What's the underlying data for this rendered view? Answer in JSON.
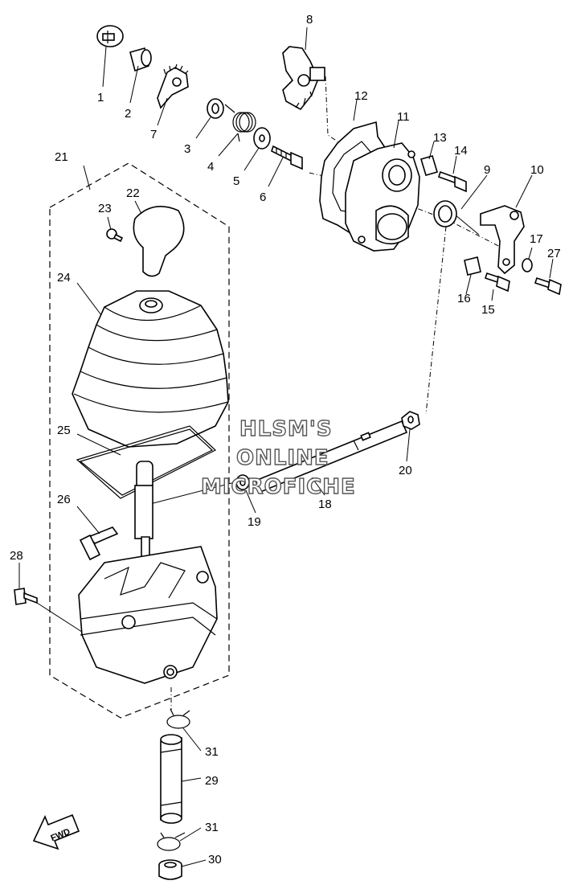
{
  "diagram": {
    "callouts": [
      "1",
      "2",
      "3",
      "4",
      "5",
      "6",
      "7",
      "8",
      "9",
      "10",
      "11",
      "12",
      "13",
      "14",
      "15",
      "16",
      "17",
      "18",
      "19",
      "20",
      "21",
      "22",
      "23",
      "24",
      "25",
      "26",
      "27",
      "28",
      "29",
      "30",
      "31",
      "31"
    ],
    "watermark": [
      "HLSM'S",
      "ONLINE",
      "MICROFICHE"
    ],
    "direction_badge": "FWD"
  }
}
